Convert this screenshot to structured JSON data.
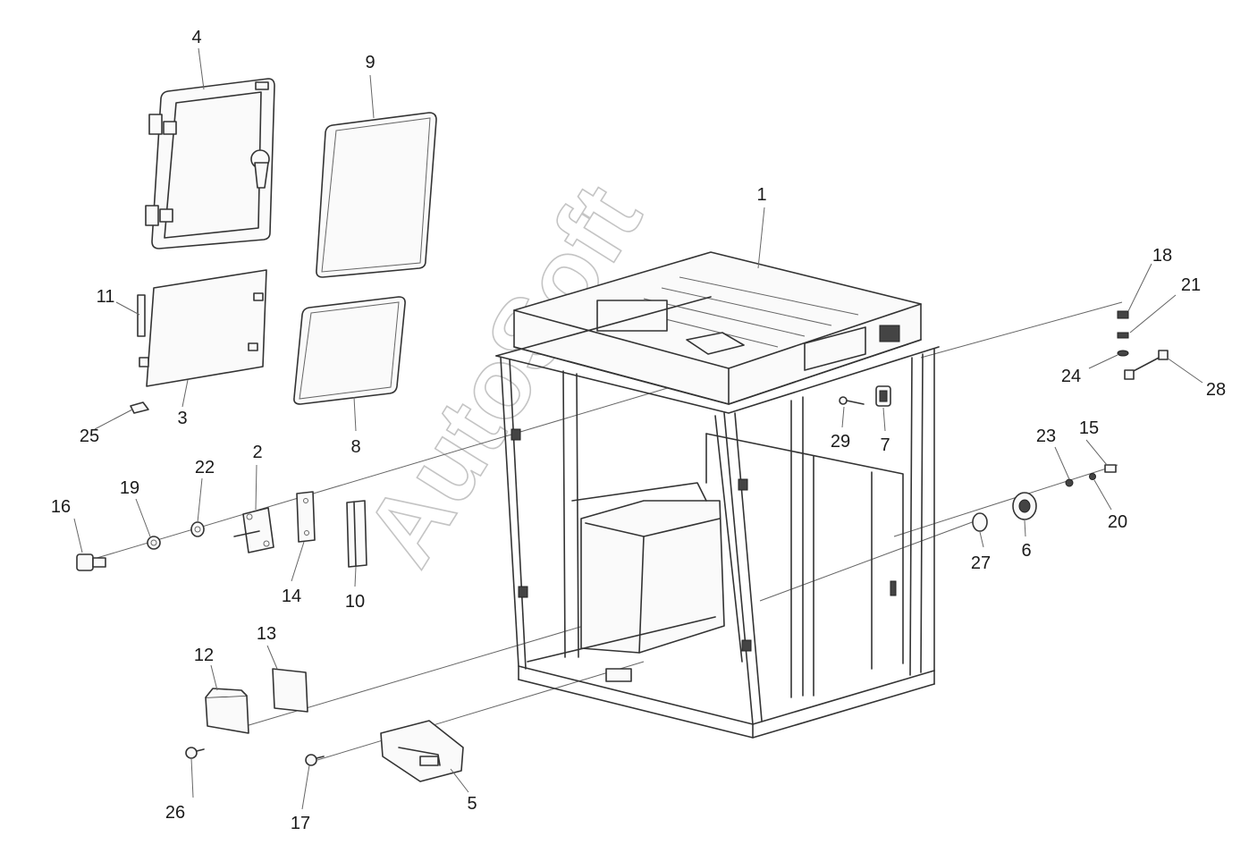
{
  "watermark": "AutoSoft",
  "callouts": [
    "1",
    "2",
    "3",
    "4",
    "5",
    "6",
    "7",
    "8",
    "9",
    "10",
    "11",
    "12",
    "13",
    "14",
    "15",
    "16",
    "17",
    "18",
    "19",
    "20",
    "21",
    "22",
    "23",
    "24",
    "25",
    "26",
    "27",
    "28",
    "29"
  ]
}
